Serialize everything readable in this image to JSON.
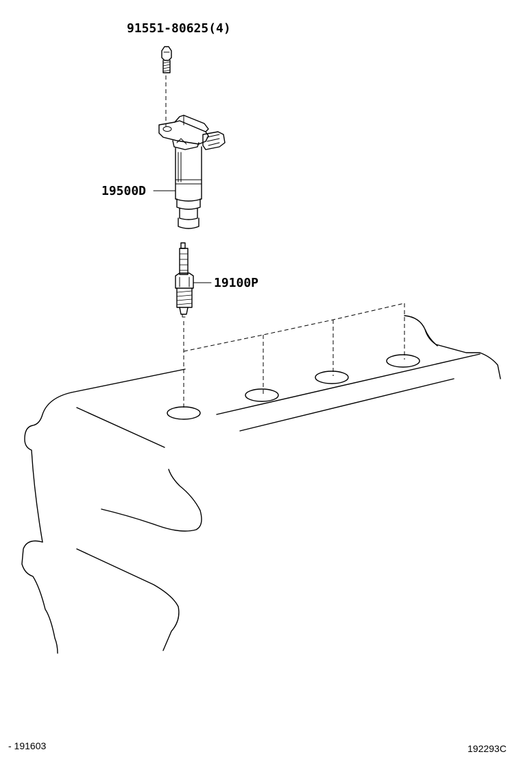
{
  "parts": {
    "bolt": {
      "label": "91551-80625(4)"
    },
    "ignition_coil": {
      "label": "19500D"
    },
    "spark_plug": {
      "label": "19100P"
    }
  },
  "footer": {
    "left_code": "- 191603",
    "right_code": "192293C"
  }
}
